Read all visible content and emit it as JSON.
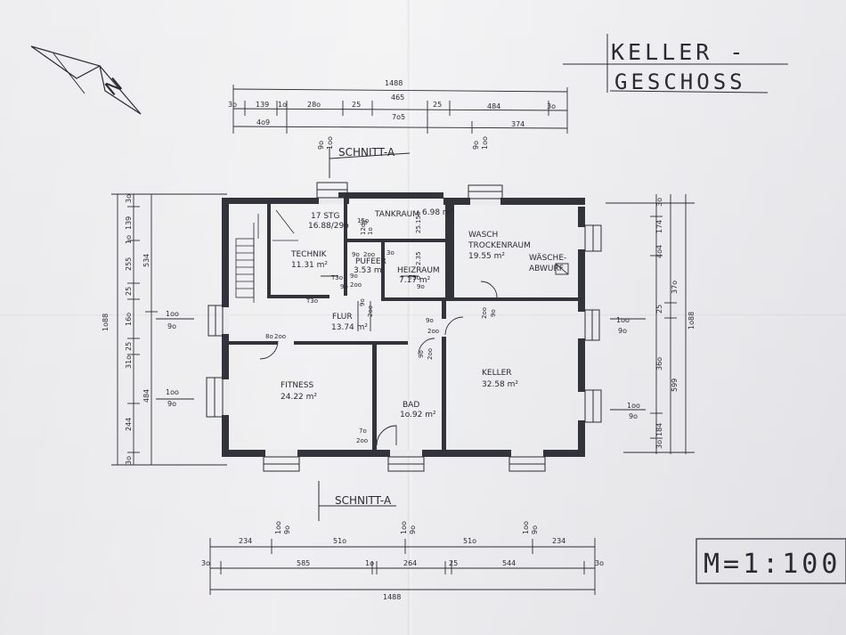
{
  "title": {
    "line1": "KELLER -",
    "line2": "GESCHOSS"
  },
  "scale": "M=1:100",
  "north": "N",
  "section": {
    "top": "SCHNITT-A",
    "bottom": "SCHNITT-A"
  },
  "rooms": {
    "stair": {
      "name": "17 STG",
      "sub": "16.88/29o"
    },
    "technik": {
      "name": "TECHNIK",
      "area": "11.31 m²"
    },
    "tankraum": {
      "name": "TANKRAUM",
      "area": "6.98 m²"
    },
    "wasch": {
      "name1": "WASCH",
      "name2": "TROCKENRAUM",
      "area": "19.55 m²"
    },
    "waesche": {
      "name1": "WÄSCHE-",
      "name2": "ABWURF"
    },
    "pufeer": {
      "name": "PUFEER",
      "area": "3.53 m²"
    },
    "heizraum": {
      "name": "HEIZRAUM",
      "area": "7.17 m²"
    },
    "flur": {
      "name": "FLUR",
      "area": "13.74 m²"
    },
    "fitness": {
      "name": "FITNESS",
      "area": "24.22 m²"
    },
    "bad": {
      "name": "BAD",
      "area": "1o.92 m²"
    },
    "keller": {
      "name": "KELLER",
      "area": "32.58 m²"
    }
  },
  "dims": {
    "top_total": "1488",
    "top_row1": [
      "3o",
      "139",
      "1o",
      "28o",
      "25",
      "465",
      "25",
      "484",
      "3o"
    ],
    "top_row2": [
      "4o9",
      "7o5",
      "374"
    ],
    "top_window": [
      "9o",
      "1oo"
    ],
    "top_window2": [
      "9o",
      "1oo"
    ],
    "bottom_total": "1488",
    "bottom_row1": [
      "234",
      "51o",
      "51o",
      "234"
    ],
    "bottom_row2": [
      "3o",
      "585",
      "1o",
      "264",
      "25",
      "544",
      "3o"
    ],
    "bottom_win": [
      "1oo",
      "9o",
      "1oo",
      "9o",
      "1oo",
      "9o"
    ],
    "left_total": "1o88",
    "left_col1": [
      "3o",
      "139",
      "1o",
      "255",
      "25",
      "16o",
      "25",
      "31o",
      "244",
      "3o"
    ],
    "left_col2": [
      "534",
      "484"
    ],
    "left_win1": [
      "1oo",
      "9o"
    ],
    "left_win2": [
      "1oo",
      "9o"
    ],
    "right_total": "1o88",
    "right_col1": [
      "3o",
      "174",
      "4o4",
      "25",
      "36o",
      "184",
      "3o"
    ],
    "right_col2": [
      "37o",
      "599"
    ],
    "right_win1": [
      "1oo",
      "9o"
    ],
    "right_win2": [
      "1oo",
      "9o"
    ],
    "doors": [
      "3o",
      "15o",
      "12o",
      "1o",
      "25.15o",
      "2.35",
      "9o",
      "2oo",
      "9o",
      "2oo",
      "3o",
      "T3o",
      "9o",
      "T3o",
      "9o",
      "2oo",
      "8o",
      "2oo",
      "9o",
      "2oo",
      "9o",
      "2oo",
      "7o",
      "2oo",
      "T3o",
      "9o",
      "2oo",
      "9o"
    ]
  }
}
